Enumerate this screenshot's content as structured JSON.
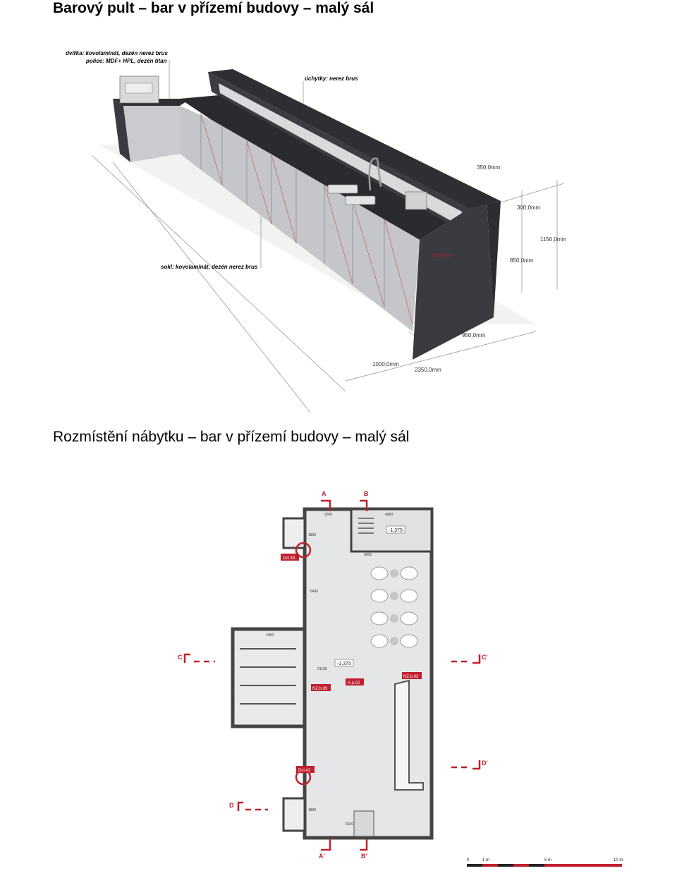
{
  "heading_top": "Barový pult – bar v přízemí budovy – malý sál",
  "heading_bottom": "Rozmístění nábytku – bar v přízemí budovy – malý sál",
  "render": {
    "note_doors": "dvířka: kovolaminát, dezén nerez brus",
    "note_shelves": "police: MDF+ HPL, dezén titan",
    "note_handles": "úchytky: nerez brus",
    "note_plinth": "sokl: kovolaminát, dezén nerez brus",
    "dims": {
      "d350": "350,0mm",
      "d300": "300,0mm",
      "d1150": "1150,0mm",
      "d850": "850,0mm",
      "d950": "950,0mm",
      "d1000": "1000,0mm",
      "d2350": "2350,0mm",
      "red": "6000,0mm"
    }
  },
  "plan": {
    "sec_a": "A",
    "sec_a2": "A'",
    "sec_b": "B",
    "sec_b2": "B'",
    "sec_c": "C",
    "sec_c2": "C'",
    "sec_d": "D",
    "sec_d2": "D'",
    "level_top": "-1,375",
    "level_mid": "-1,375",
    "tag_dct43": "Dct 43",
    "tag_dct42": "Dct 42",
    "tag_nzb09": "NZ.b.09",
    "tag_aa02": "A.a.02",
    "tag_nzb03": "NZ.b.03",
    "dim_2500": "2500",
    "dim_4080": "4080",
    "dim_9005": "9005",
    "dim_4350": "4350",
    "dim_21150": "21150",
    "dim_6430": "6430",
    "dim_1800a": "1800",
    "dim_1800b": "1800",
    "dim_6630": "6630",
    "scale_0": "0",
    "scale_1": "1 m",
    "scale_5": "5 m",
    "scale_10": "10 m"
  },
  "colors": {
    "counter": "#3a3b40",
    "accent_red": "#c0202e",
    "floor": "#e4e6e8"
  }
}
